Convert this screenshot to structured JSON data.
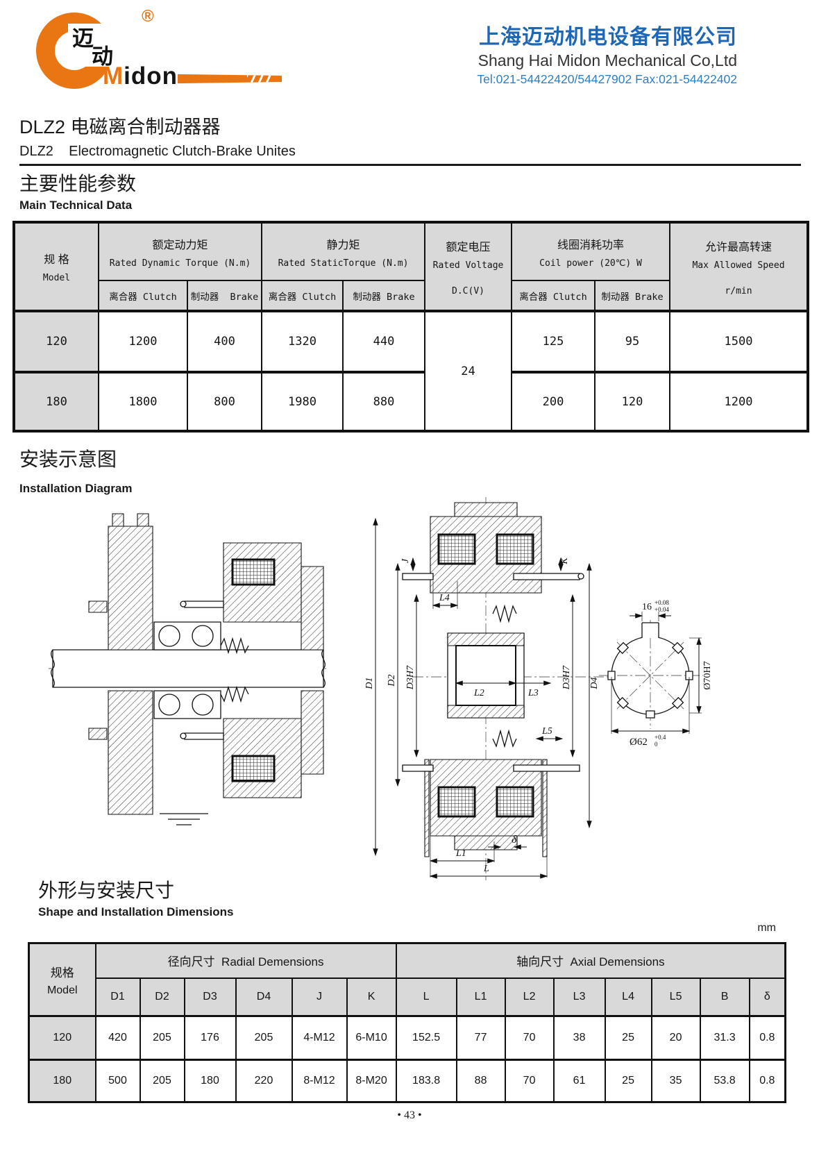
{
  "header": {
    "company_cn": "上海迈动机电设备有限公司",
    "company_en": "Shang Hai Midon Mechanical Co,Ltd",
    "contact": "Tel:021-54422420/54427902 Fax:021-54422402",
    "logo": {
      "cn_top": "迈",
      "cn_bottom": "动",
      "m": "M",
      "idon": "idon",
      "registered": "®"
    }
  },
  "title": {
    "cn": "DLZ2 电磁离合制动器器",
    "en": "DLZ2    Electromagnetic Clutch-Brake Unites"
  },
  "sections": {
    "tech_cn": "主要性能参数",
    "tech_en": "Main Technical Data",
    "install_cn": "安装示意图",
    "install_en": "Installation Diagram",
    "shape_cn": "外形与安装尺寸",
    "shape_en": "Shape and Installation Dimensions",
    "unit": "mm"
  },
  "tech_table": {
    "model_cn": "规 格",
    "model_en": "Model",
    "groups": [
      {
        "cn": "额定动力矩",
        "en": "Rated Dynamic Torque (N.m)"
      },
      {
        "cn": "静力矩",
        "en": "Rated StaticTorque (N.m)"
      },
      {
        "cn": "额定电压",
        "en": "Rated Voltage",
        "en2": "D.C(V)"
      },
      {
        "cn": "线圈消耗功率",
        "en": "Coil power (20℃) W"
      },
      {
        "cn": "允许最高转速",
        "en": "Max Allowed Speed",
        "en2": "r/min"
      }
    ],
    "sub": [
      "离合器 Clutch",
      "制动器  Brake",
      "离合器 Clutch",
      "制动器 Brake",
      "离合器 Clutch",
      "制动器 Brake"
    ],
    "voltage": "24",
    "rows": [
      {
        "model": "120",
        "v": [
          "1200",
          "400",
          "1320",
          "440",
          "125",
          "95",
          "1500"
        ]
      },
      {
        "model": "180",
        "v": [
          "1800",
          "800",
          "1980",
          "880",
          "200",
          "120",
          "1200"
        ]
      }
    ]
  },
  "diagram": {
    "d1": "D1",
    "d2": "D2",
    "d3h7_left": "D3H7",
    "d3h7_right": "D3H7",
    "d4": "D4",
    "j": "J",
    "k": "K",
    "l": "L",
    "l1": "L1",
    "l2": "L2",
    "l3": "L3",
    "l4": "L4",
    "l5": "L5",
    "delta": "δ",
    "detail": {
      "width": "16",
      "width_tol_up": "+0.08",
      "width_tol_dn": "+0.04",
      "bore": "Ø70H7",
      "outer": "Ø62",
      "outer_tol_up": "+0.4",
      "outer_tol_dn": "0"
    }
  },
  "dim_table": {
    "model_cn": "规格",
    "model_en": "Model",
    "radial": "径向尺寸  Radial Demensions",
    "axial": "轴向尺寸  Axial Demensions",
    "columns": [
      "D1",
      "D2",
      "D3",
      "D4",
      "J",
      "K",
      "L",
      "L1",
      "L2",
      "L3",
      "L4",
      "L5",
      "B",
      "δ"
    ],
    "rows": [
      {
        "model": "120",
        "v": [
          "420",
          "205",
          "176",
          "205",
          "4-M12",
          "6-M10",
          "152.5",
          "77",
          "70",
          "38",
          "25",
          "20",
          "31.3",
          "0.8"
        ]
      },
      {
        "model": "180",
        "v": [
          "500",
          "205",
          "180",
          "220",
          "8-M12",
          "8-M20",
          "183.8",
          "88",
          "70",
          "61",
          "25",
          "35",
          "53.8",
          "0.8"
        ]
      }
    ]
  },
  "footer": {
    "page": "• 43 •"
  }
}
